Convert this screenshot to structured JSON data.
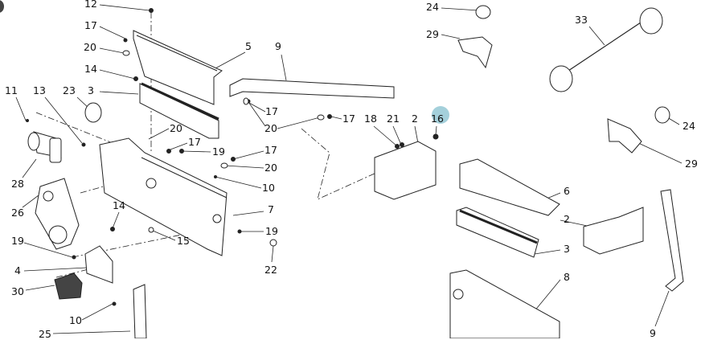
{
  "diagram": {
    "type": "exploded parts diagram",
    "callouts": [
      "12",
      "17",
      "20",
      "14",
      "3",
      "23",
      "13",
      "11",
      "5",
      "9",
      "17",
      "20",
      "17",
      "18",
      "21",
      "2",
      "16",
      "24",
      "29",
      "33",
      "24",
      "29",
      "20",
      "17",
      "19",
      "17",
      "20",
      "10",
      "7",
      "14",
      "15",
      "19",
      "22",
      "28",
      "26",
      "19",
      "4",
      "30",
      "10",
      "25",
      "6",
      "2",
      "3",
      "8",
      "9"
    ],
    "cursor_color": "#5aaabe"
  }
}
